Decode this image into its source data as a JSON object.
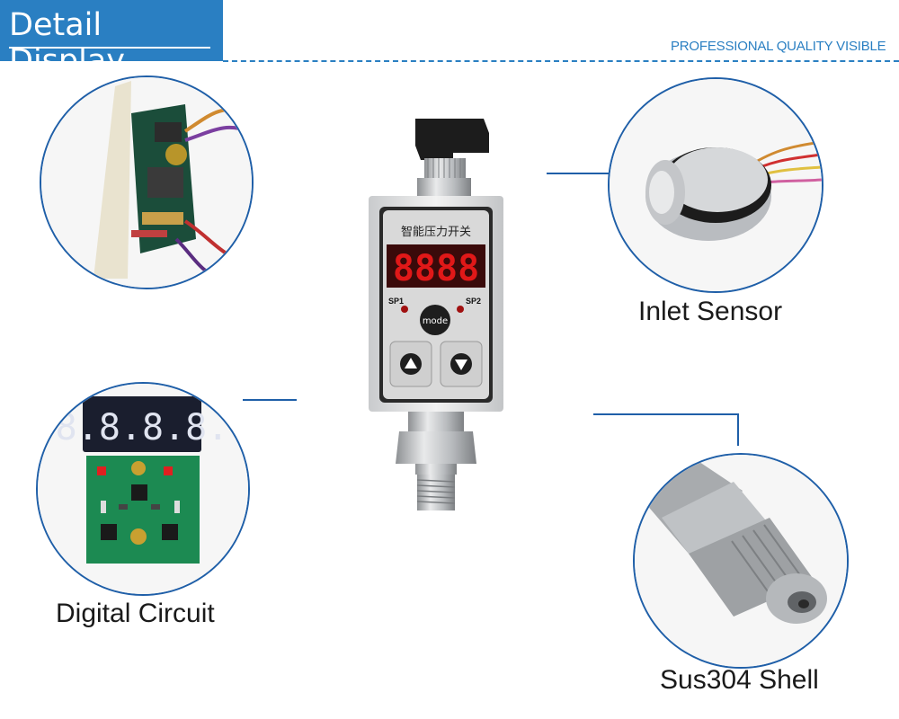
{
  "header": {
    "title": "Detail Display",
    "tagline": "PROFESSIONAL QUALITY VISIBLE"
  },
  "callouts": {
    "inlet_sensor": "Inlet Sensor",
    "digital_circuit": "Digital Circuit",
    "shell": "Sus304 Shell"
  },
  "device": {
    "panel_text": "智能压力开关",
    "display_value": "8888",
    "sp1": "SP1",
    "sp2": "SP2",
    "mode_button": "mode",
    "up_icon": "triangle-up-icon",
    "down_icon": "triangle-down-icon"
  },
  "pcb": {
    "display_value": "8.8.8.8."
  },
  "colors": {
    "brand_blue": "#2a7fc2",
    "line_blue": "#1f5fa8",
    "led_red": "#e01818"
  }
}
